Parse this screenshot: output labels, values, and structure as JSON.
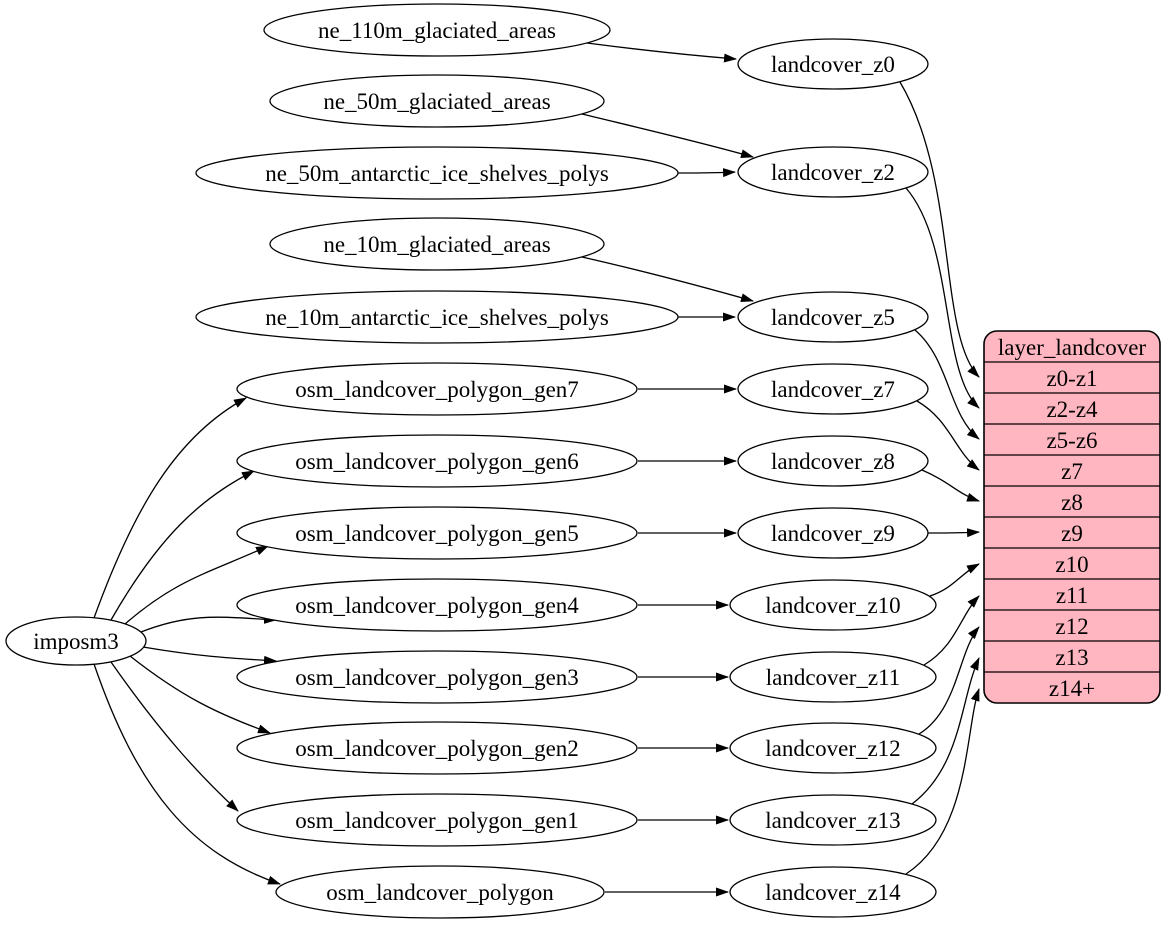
{
  "diagram": {
    "importer": "imposm3",
    "ne_sources": [
      "ne_110m_glaciated_areas",
      "ne_50m_glaciated_areas",
      "ne_50m_antarctic_ice_shelves_polys",
      "ne_10m_glaciated_areas",
      "ne_10m_antarctic_ice_shelves_polys"
    ],
    "osm_tables": [
      "osm_landcover_polygon_gen7",
      "osm_landcover_polygon_gen6",
      "osm_landcover_polygon_gen5",
      "osm_landcover_polygon_gen4",
      "osm_landcover_polygon_gen3",
      "osm_landcover_polygon_gen2",
      "osm_landcover_polygon_gen1",
      "osm_landcover_polygon"
    ],
    "sql_layers": [
      "landcover_z0",
      "landcover_z2",
      "landcover_z5",
      "landcover_z7",
      "landcover_z8",
      "landcover_z9",
      "landcover_z10",
      "landcover_z11",
      "landcover_z12",
      "landcover_z13",
      "landcover_z14"
    ],
    "layer_table": {
      "title": "layer_landcover",
      "rows": [
        "z0-z1",
        "z2-z4",
        "z5-z6",
        "z7",
        "z8",
        "z9",
        "z10",
        "z11",
        "z12",
        "z13",
        "z14+"
      ],
      "fill": "#ffb6c1",
      "border": "#000000"
    },
    "edges": [
      [
        "ne_110m_glaciated_areas",
        "landcover_z0"
      ],
      [
        "ne_50m_glaciated_areas",
        "landcover_z2"
      ],
      [
        "ne_50m_antarctic_ice_shelves_polys",
        "landcover_z2"
      ],
      [
        "ne_10m_glaciated_areas",
        "landcover_z5"
      ],
      [
        "ne_10m_antarctic_ice_shelves_polys",
        "landcover_z5"
      ],
      [
        "imposm3",
        "osm_landcover_polygon_gen7"
      ],
      [
        "imposm3",
        "osm_landcover_polygon_gen6"
      ],
      [
        "imposm3",
        "osm_landcover_polygon_gen5"
      ],
      [
        "imposm3",
        "osm_landcover_polygon_gen4"
      ],
      [
        "imposm3",
        "osm_landcover_polygon_gen3"
      ],
      [
        "imposm3",
        "osm_landcover_polygon_gen2"
      ],
      [
        "imposm3",
        "osm_landcover_polygon_gen1"
      ],
      [
        "imposm3",
        "osm_landcover_polygon"
      ],
      [
        "osm_landcover_polygon_gen7",
        "landcover_z7"
      ],
      [
        "osm_landcover_polygon_gen6",
        "landcover_z8"
      ],
      [
        "osm_landcover_polygon_gen5",
        "landcover_z9"
      ],
      [
        "osm_landcover_polygon_gen4",
        "landcover_z10"
      ],
      [
        "osm_landcover_polygon_gen3",
        "landcover_z11"
      ],
      [
        "osm_landcover_polygon_gen2",
        "landcover_z12"
      ],
      [
        "osm_landcover_polygon_gen1",
        "landcover_z13"
      ],
      [
        "osm_landcover_polygon",
        "landcover_z14"
      ],
      [
        "landcover_z0",
        "layer_landcover:z0-z1"
      ],
      [
        "landcover_z2",
        "layer_landcover:z2-z4"
      ],
      [
        "landcover_z5",
        "layer_landcover:z5-z6"
      ],
      [
        "landcover_z7",
        "layer_landcover:z7"
      ],
      [
        "landcover_z8",
        "layer_landcover:z8"
      ],
      [
        "landcover_z9",
        "layer_landcover:z9"
      ],
      [
        "landcover_z10",
        "layer_landcover:z10"
      ],
      [
        "landcover_z11",
        "layer_landcover:z11"
      ],
      [
        "landcover_z12",
        "layer_landcover:z12"
      ],
      [
        "landcover_z13",
        "layer_landcover:z13"
      ],
      [
        "landcover_z14",
        "layer_landcover:z14+"
      ]
    ]
  }
}
